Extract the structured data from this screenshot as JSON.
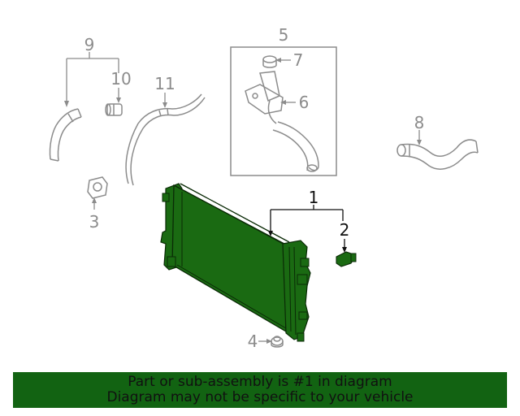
{
  "callouts": {
    "c1": "1",
    "c2": "2",
    "c3": "3",
    "c4": "4",
    "c5": "5",
    "c6": "6",
    "c7": "7",
    "c8": "8",
    "c9": "9",
    "c10": "10",
    "c11": "11"
  },
  "banner": {
    "line1": "Part or sub-assembly is #1 in diagram",
    "line2": "Diagram may not be specific to your vehicle",
    "color": "#126312"
  },
  "colors": {
    "highlight": "#1a6a12",
    "line": "#8c8c8c",
    "active_line": "#111111"
  }
}
